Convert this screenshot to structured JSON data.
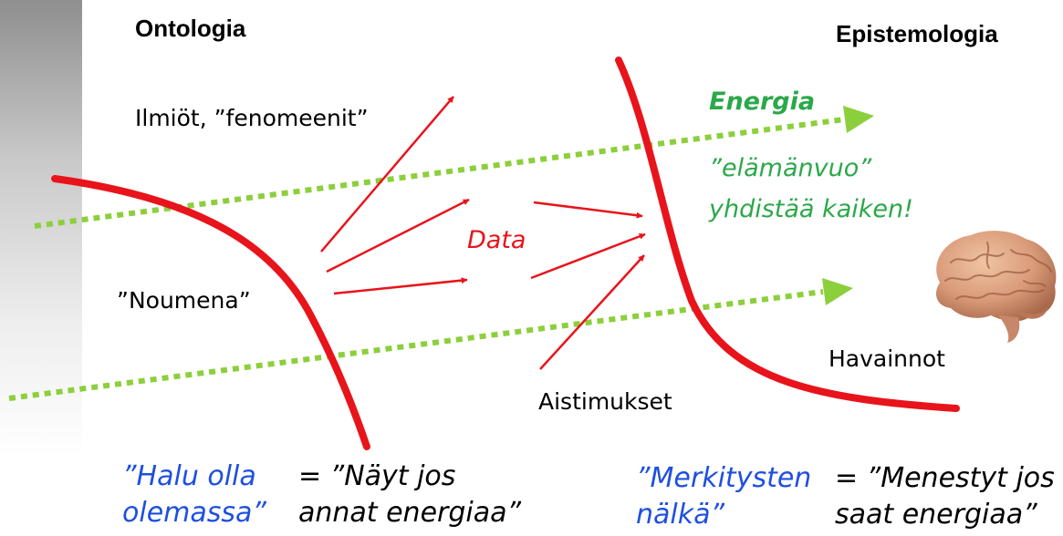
{
  "headings": {
    "left": "Ontologia",
    "right": "Epistemologia"
  },
  "labels": {
    "ilmiot": "Ilmiöt, ”fenomeenit”",
    "noumena": "”Noumena”",
    "data": "Data",
    "aistimukset": "Aistimukset",
    "havainnot": "Havainnot"
  },
  "energy": {
    "title": "Energia",
    "line1": "”elämänvuo”",
    "line2": "yhdistää kaiken!"
  },
  "bottom": {
    "left_quote_line1": "”Halu olla",
    "left_quote_line2": "olemassa”",
    "left_value_line1": "= ”Näyt jos",
    "left_value_line2": "annat energiaa”",
    "right_quote_line1": "”Merkitysten",
    "right_quote_line2": "nälkä”",
    "right_value_line1": "= ”Menestyt jos",
    "right_value_line2": "saat energiaa”"
  },
  "colors": {
    "curve": "#e8141b",
    "arrows": "#e8141b",
    "energy_flow": "#8ccf3c",
    "energy_text": "#2ba84a",
    "quote_blue": "#1f4fe0"
  },
  "icons": {
    "brain": "brain-illustration"
  }
}
